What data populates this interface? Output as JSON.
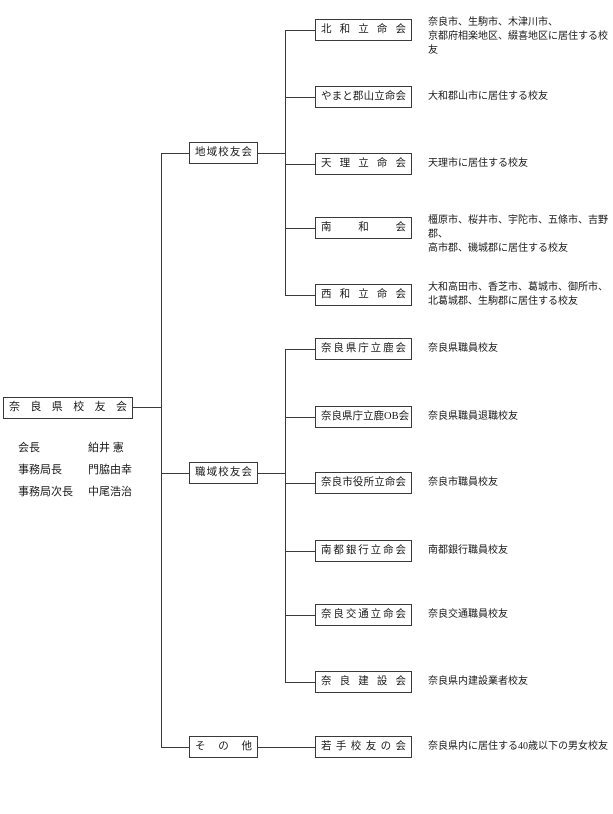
{
  "root": {
    "label": "奈良県校友会",
    "officers": [
      {
        "title": "会長",
        "name": "絈井 憲"
      },
      {
        "title": "事務局長",
        "name": "門脇由幸"
      },
      {
        "title": "事務局次長",
        "name": "中尾浩治"
      }
    ]
  },
  "groups": [
    {
      "label": "地域校友会",
      "children": [
        {
          "label": "北和立命会",
          "desc": "奈良市、生駒市、木津川市、\n京都府相楽地区、綴喜地区に居住する校友"
        },
        {
          "label": "やまと郡山立命会",
          "desc": "大和郡山市に居住する校友"
        },
        {
          "label": "天理立命会",
          "desc": "天理市に居住する校友"
        },
        {
          "label": "南和会",
          "desc": "橿原市、桜井市、宇陀市、五條市、吉野郡、\n高市郡、磯城郡に居住する校友"
        },
        {
          "label": "西和立命会",
          "desc": "大和高田市、香芝市、葛城市、御所市、\n北葛城郡、生駒郡に居住する校友"
        }
      ]
    },
    {
      "label": "職域校友会",
      "children": [
        {
          "label": "奈良県庁立鹿会",
          "desc": "奈良県職員校友"
        },
        {
          "label": "奈良県庁立鹿OB会",
          "desc": "奈良県職員退職校友"
        },
        {
          "label": "奈良市役所立命会",
          "desc": "奈良市職員校友"
        },
        {
          "label": "南都銀行立命会",
          "desc": "南都銀行職員校友"
        },
        {
          "label": "奈良交通立命会",
          "desc": "奈良交通職員校友"
        },
        {
          "label": "奈良建設会",
          "desc": "奈良県内建設業者校友"
        }
      ]
    },
    {
      "label": "その他",
      "children": [
        {
          "label": "若手校友の会",
          "desc": "奈良県内に居住する40歳以下の男女校友"
        }
      ]
    }
  ],
  "colors": {
    "line": "#3a3a3a",
    "text": "#1a1a1a",
    "background": "#ffffff"
  }
}
